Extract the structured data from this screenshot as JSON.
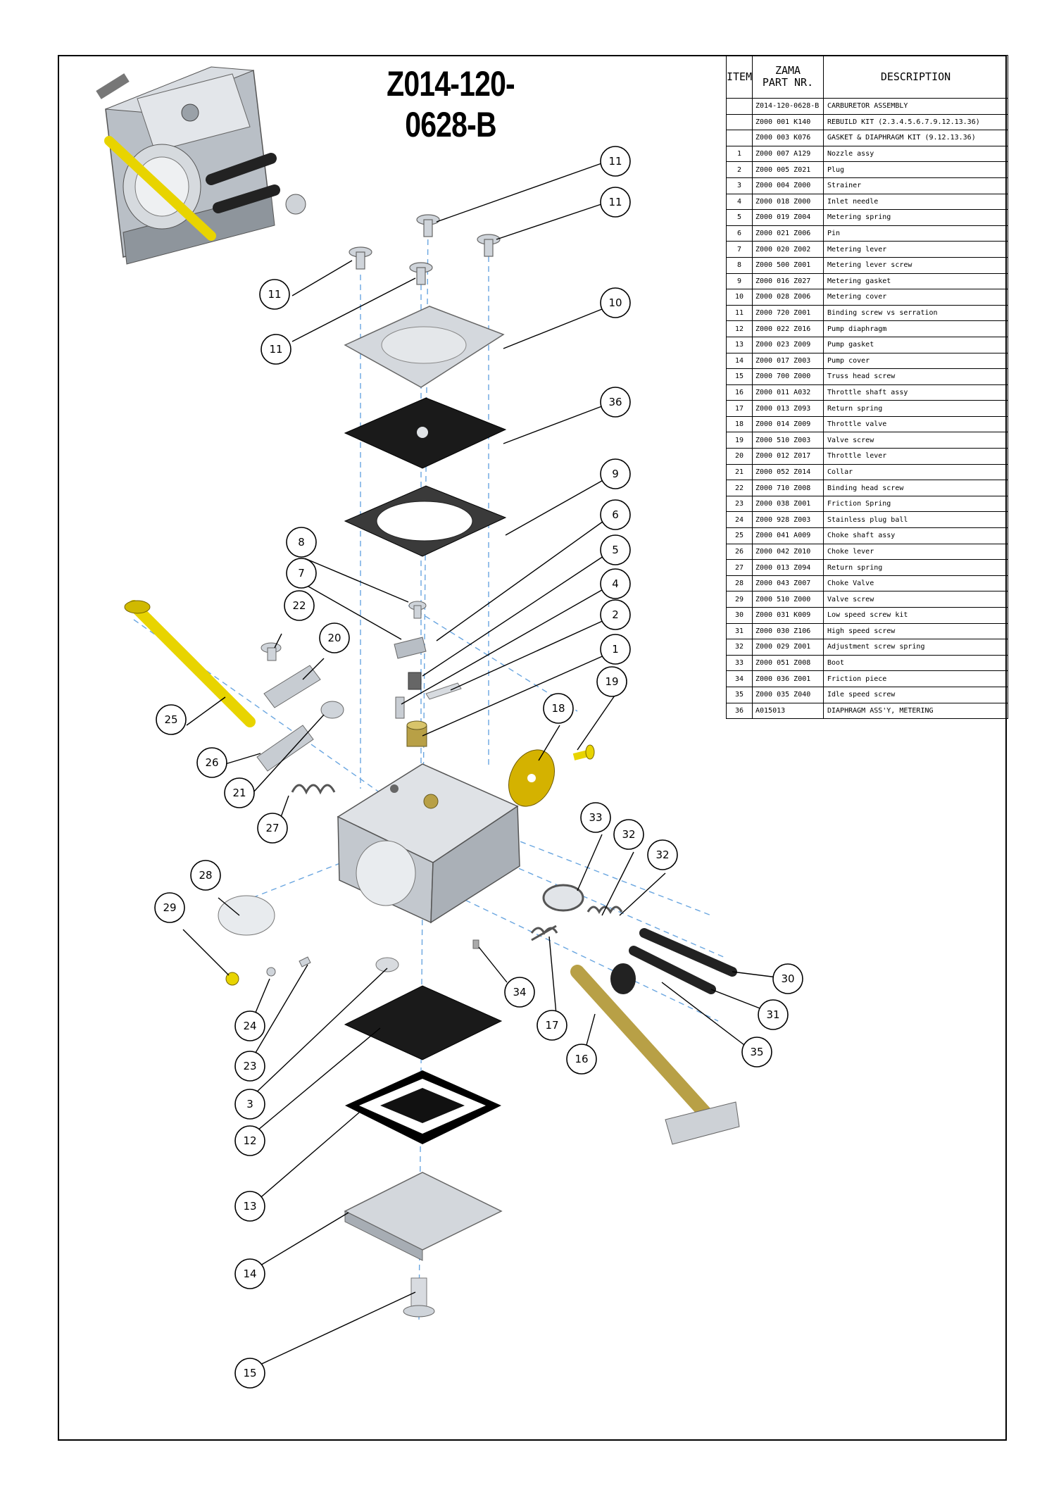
{
  "title": "Z014-120-0628-B",
  "table": {
    "headers": {
      "item": "ITEM",
      "part_line1": "ZAMA",
      "part_line2": "PART NR.",
      "description": "DESCRIPTION"
    },
    "rows": [
      {
        "item": "",
        "part": "Z014-120-0628-B",
        "description": "CARBURETOR ASSEMBLY"
      },
      {
        "item": "",
        "part": "Z000 001 K140",
        "description": "REBUILD KIT (2.3.4.5.6.7.9.12.13.36)"
      },
      {
        "item": "",
        "part": "Z000 003 K076",
        "description": "GASKET & DIAPHRAGM KIT (9.12.13.36)"
      },
      {
        "item": "1",
        "part": "Z000 007 A129",
        "description": "Nozzle assy"
      },
      {
        "item": "2",
        "part": "Z000 005 Z021",
        "description": "Plug"
      },
      {
        "item": "3",
        "part": "Z000 004 Z000",
        "description": "Strainer"
      },
      {
        "item": "4",
        "part": "Z000 018 Z000",
        "description": "Inlet needle"
      },
      {
        "item": "5",
        "part": "Z000 019 Z004",
        "description": "Metering spring"
      },
      {
        "item": "6",
        "part": "Z000 021 Z006",
        "description": "Pin"
      },
      {
        "item": "7",
        "part": "Z000 020 Z002",
        "description": "Metering lever"
      },
      {
        "item": "8",
        "part": "Z000 500 Z001",
        "description": "Metering lever screw"
      },
      {
        "item": "9",
        "part": "Z000 016 Z027",
        "description": "Metering gasket"
      },
      {
        "item": "10",
        "part": "Z000 028 Z006",
        "description": "Metering cover"
      },
      {
        "item": "11",
        "part": "Z000 720 Z001",
        "description": "Binding screw vs serration"
      },
      {
        "item": "12",
        "part": "Z000 022 Z016",
        "description": "Pump diaphragm"
      },
      {
        "item": "13",
        "part": "Z000 023 Z009",
        "description": "Pump gasket"
      },
      {
        "item": "14",
        "part": "Z000 017 Z003",
        "description": "Pump cover"
      },
      {
        "item": "15",
        "part": "Z000 700 Z000",
        "description": "Truss head screw"
      },
      {
        "item": "16",
        "part": "Z000 011 A032",
        "description": "Throttle shaft assy"
      },
      {
        "item": "17",
        "part": "Z000 013 Z093",
        "description": "Return spring"
      },
      {
        "item": "18",
        "part": "Z000 014 Z009",
        "description": "Throttle valve"
      },
      {
        "item": "19",
        "part": "Z000 510 Z003",
        "description": "Valve screw"
      },
      {
        "item": "20",
        "part": "Z000 012 Z017",
        "description": "Throttle lever"
      },
      {
        "item": "21",
        "part": "Z000 052 Z014",
        "description": "Collar"
      },
      {
        "item": "22",
        "part": "Z000 710 Z008",
        "description": "Binding head screw"
      },
      {
        "item": "23",
        "part": "Z000 038 Z001",
        "description": "Friction Spring"
      },
      {
        "item": "24",
        "part": "Z000 928 Z003",
        "description": "Stainless plug ball"
      },
      {
        "item": "25",
        "part": "Z000 041 A009",
        "description": "Choke shaft assy"
      },
      {
        "item": "26",
        "part": "Z000 042 Z010",
        "description": "Choke lever"
      },
      {
        "item": "27",
        "part": "Z000 013 Z094",
        "description": "Return spring"
      },
      {
        "item": "28",
        "part": "Z000 043 Z007",
        "description": "Choke Valve"
      },
      {
        "item": "29",
        "part": "Z000 510 Z000",
        "description": "Valve screw"
      },
      {
        "item": "30",
        "part": "Z000 031 K009",
        "description": "Low speed screw kit"
      },
      {
        "item": "31",
        "part": "Z000 030 Z106",
        "description": "High speed screw"
      },
      {
        "item": "32",
        "part": "Z000 029 Z001",
        "description": "Adjustment screw spring"
      },
      {
        "item": "33",
        "part": "Z000 051 Z008",
        "description": "Boot"
      },
      {
        "item": "34",
        "part": "Z000 036 Z001",
        "description": "Friction piece"
      },
      {
        "item": "35",
        "part": "Z000 035 Z040",
        "description": "Idle speed screw"
      },
      {
        "item": "36",
        "part": "A015013",
        "description": "DIAPHRAGM ASS'Y, METERING"
      }
    ]
  },
  "callouts": [
    "11",
    "11",
    "11",
    "11",
    "10",
    "36",
    "9",
    "6",
    "8",
    "5",
    "7",
    "4",
    "22",
    "2",
    "20",
    "1",
    "19",
    "25",
    "18",
    "26",
    "21",
    "27",
    "33",
    "32",
    "32",
    "28",
    "29",
    "30",
    "34",
    "31",
    "24",
    "17",
    "35",
    "16",
    "23",
    "3",
    "12",
    "13",
    "14",
    "15"
  ],
  "colors": {
    "border": "#000000",
    "axis": "#6aa6e0",
    "metal": "#c9ced4",
    "gasket": "#1a1a1a",
    "brass": "#b8a046",
    "yellow": "#e8d400",
    "shadow": "#8e959c"
  }
}
